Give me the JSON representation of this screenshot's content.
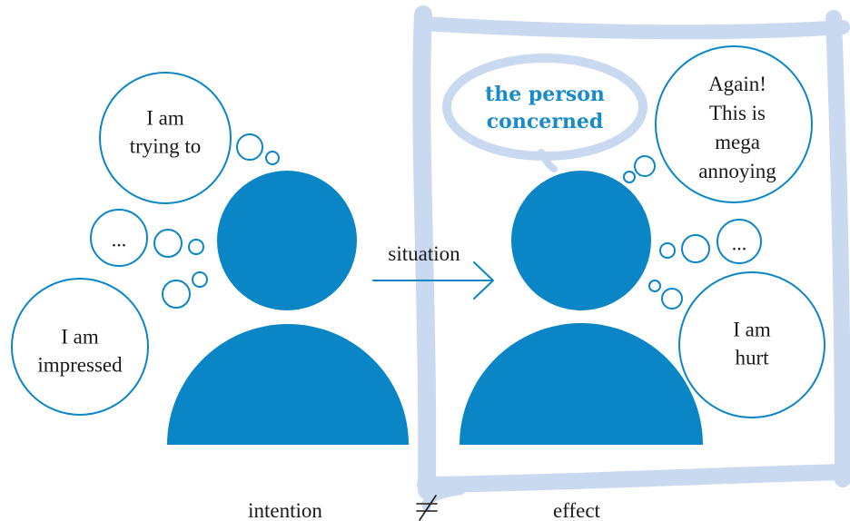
{
  "colors": {
    "figure": "#0a86c6",
    "frame": "#c9daf0",
    "bubble_stroke": "#0a86c6",
    "text": "#1a1a1a",
    "title_text": "#1a8bc9"
  },
  "labels": {
    "situation": "situation",
    "intention": "intention",
    "effect": "effect",
    "title_line1": "the person",
    "title_line2": "concerned"
  },
  "left_person": {
    "bubbles": {
      "trying": [
        "I am",
        "trying to"
      ],
      "dots": [
        "..."
      ],
      "impressed": [
        "I am",
        "impressed"
      ]
    }
  },
  "right_person": {
    "bubbles": {
      "annoying": [
        "Again!",
        "This is",
        "mega",
        "annoying"
      ],
      "dots": [
        "..."
      ],
      "hurt": [
        "I am",
        "hurt"
      ]
    }
  }
}
